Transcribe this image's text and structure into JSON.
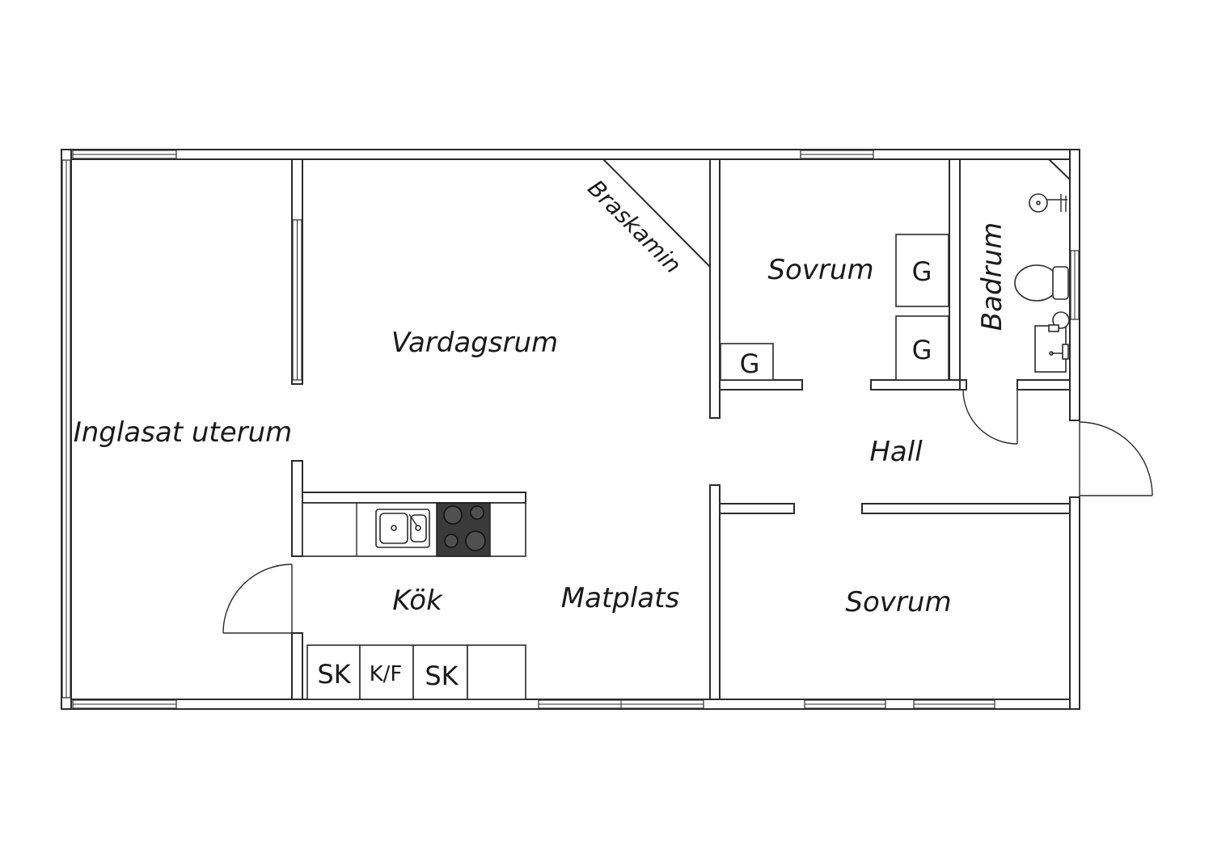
{
  "plan": {
    "rooms": {
      "sunroom": "Inglasat uterum",
      "living": "Vardagsrum",
      "bedroom_top": "Sovrum",
      "bathroom": "Badrum",
      "hall": "Hall",
      "kitchen": "Kök",
      "dining": "Matplats",
      "bedroom_bottom": "Sovrum"
    },
    "fixtures": {
      "fireplace": "Braskamin",
      "wardrobe_1": "G",
      "wardrobe_2": "G",
      "wardrobe_3": "G",
      "cabinet_left": "SK",
      "fridge_freezer": "K/F",
      "cabinet_right": "SK"
    }
  }
}
